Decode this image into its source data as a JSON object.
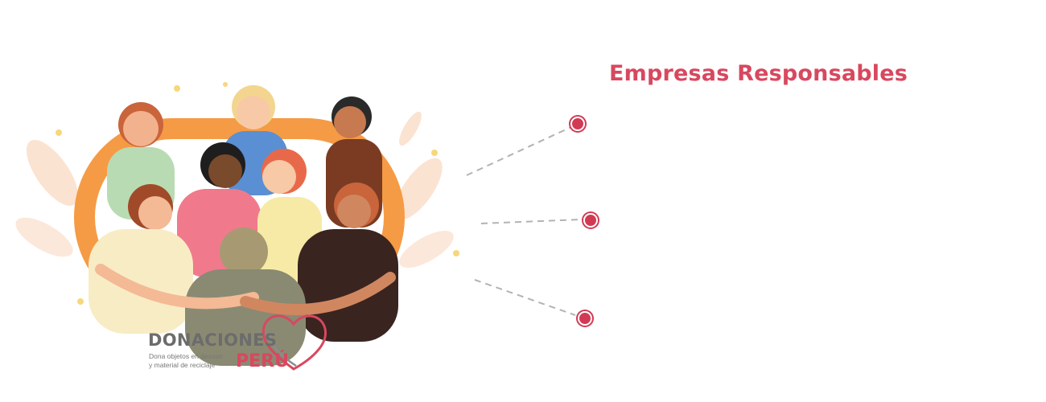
{
  "section": {
    "title": "Empresas Responsables"
  },
  "logo": {
    "name": "DONACIONES",
    "tagline_line1": "Dona objetos en desuso",
    "tagline_line2": "y material de reciclaje",
    "country": "PERÚ"
  },
  "illustration": {
    "subject": "group-hug-icon"
  },
  "colors": {
    "accent": "#d8485f",
    "dot": "#d23a54",
    "connector": "#b3b3b3",
    "logo_gray": "#6c6c6c"
  }
}
